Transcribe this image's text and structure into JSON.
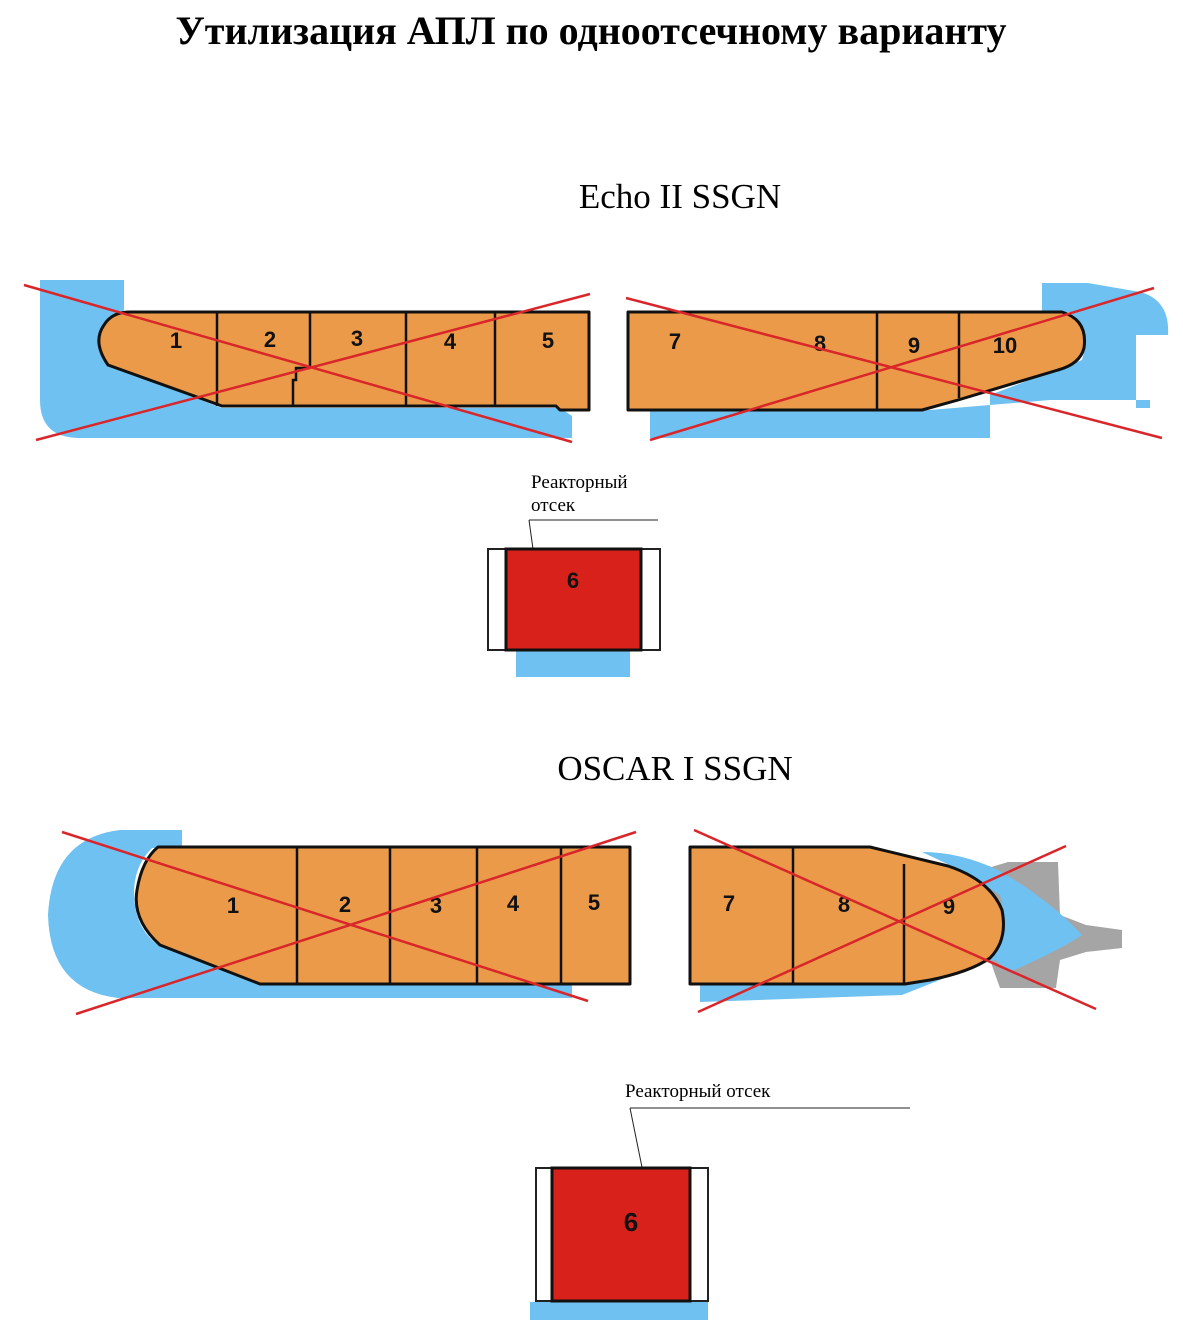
{
  "title": "Утилизация АПЛ по одноотсечному варианту",
  "submarines": [
    {
      "name": "Echo II SSGN",
      "bow_compartments": [
        "1",
        "2",
        "3",
        "4",
        "5"
      ],
      "stern_compartments": [
        "7",
        "8",
        "9",
        "10"
      ],
      "reactor": {
        "label_line1": "Реакторный",
        "label_line2": "отсек",
        "number": "6"
      }
    },
    {
      "name": "OSCAR I SSGN",
      "bow_compartments": [
        "1",
        "2",
        "3",
        "4",
        "5"
      ],
      "stern_compartments": [
        "7",
        "8",
        "9"
      ],
      "reactor": {
        "label": "Реакторный отсек",
        "number": "6"
      }
    }
  ],
  "colors": {
    "hull": "#6ec1f0",
    "compartment": "#eb9a4a",
    "reactor": "#d9211c",
    "cross": "#d9262a",
    "propeller": "#a5a5a5"
  }
}
